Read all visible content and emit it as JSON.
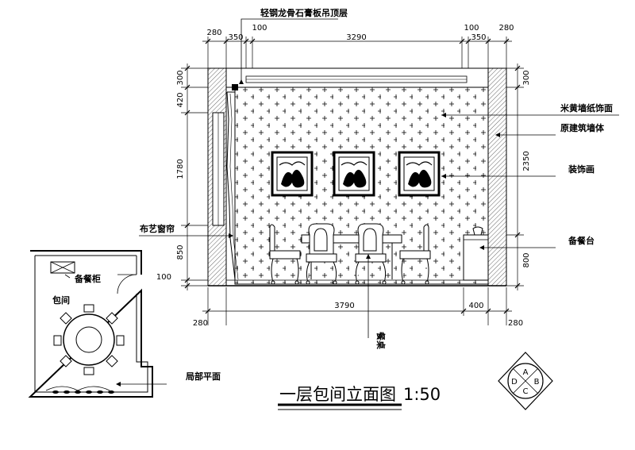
{
  "dimensions_top": [
    "280",
    "350",
    "100",
    "3290",
    "100",
    "350",
    "280"
  ],
  "dimensions_bottom": [
    "3790",
    "400",
    "280",
    "280"
  ],
  "dimensions_left": [
    "300",
    "420",
    "1780",
    "850",
    "100"
  ],
  "dimensions_right": [
    "300",
    "2350",
    "800"
  ],
  "callouts": {
    "ceiling": "轻钢龙骨石膏板吊顶层",
    "wallpaper": "米黄墙纸饰面",
    "original_wall": "原建筑墙体",
    "decorative_painting": "装饰画",
    "sideboard": "备餐台",
    "curtain": "布艺窗帘",
    "dining_table": "餐桌"
  },
  "plan_labels": {
    "cabinet": "备餐柜",
    "room": "包间",
    "partial_plan": "局部平面"
  },
  "title": {
    "text": "一层包间立面图",
    "scale": "1:50"
  },
  "section_marker": [
    "A",
    "B",
    "C",
    "D"
  ]
}
